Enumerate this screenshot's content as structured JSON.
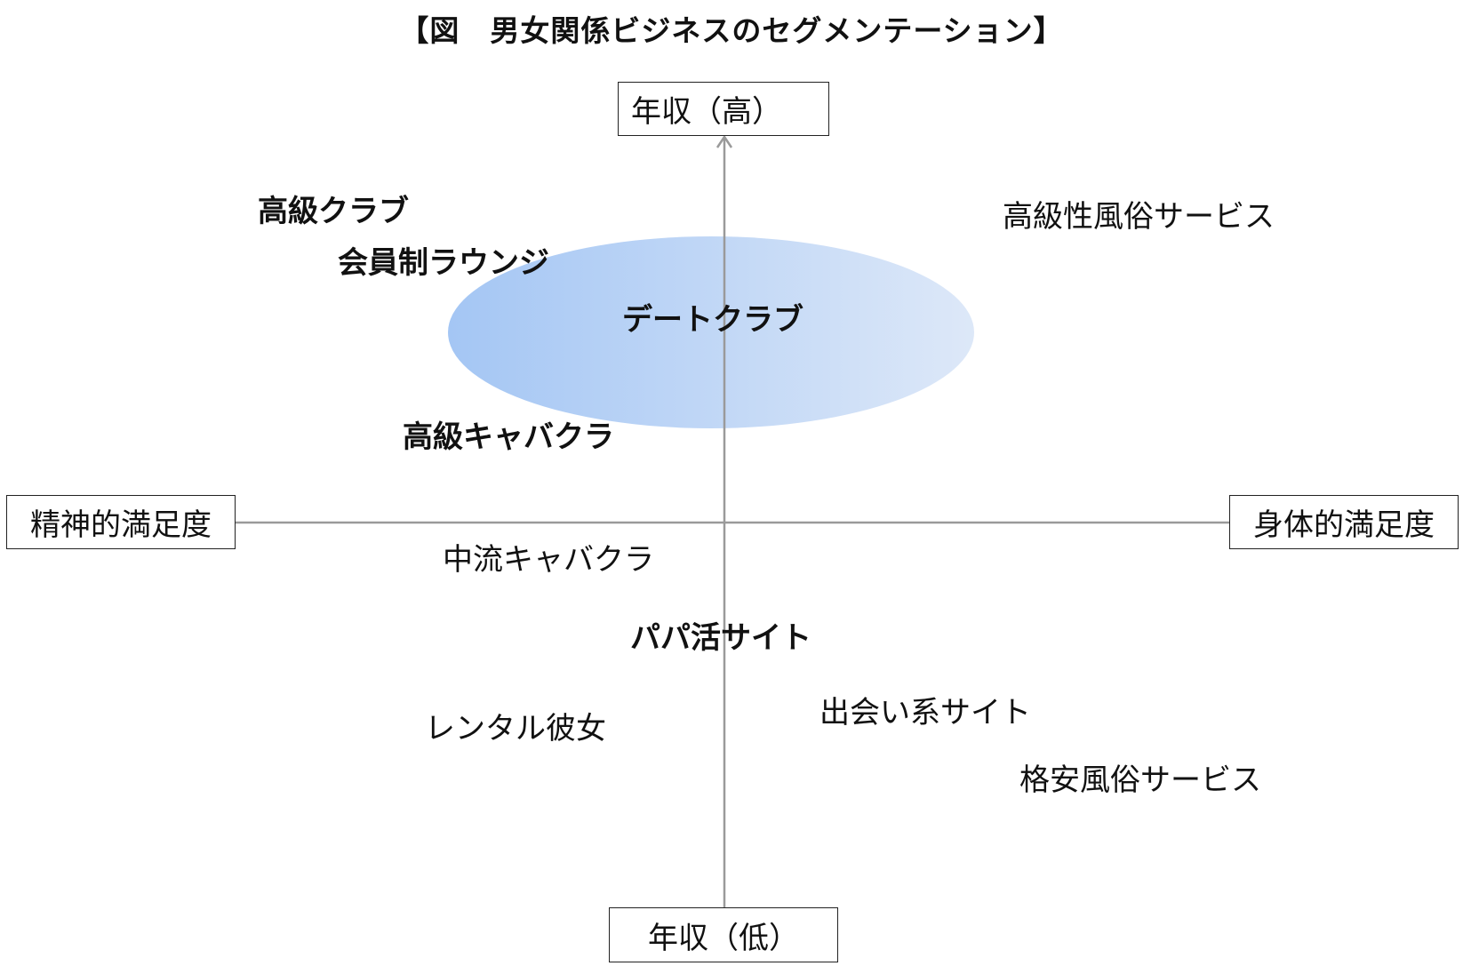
{
  "title": "【図　男女関係ビジネスのセグメンテーション】",
  "axes": {
    "top": "年収（高）",
    "bottom": "年収（低）",
    "left": "精神的満足度",
    "right": "身体的満足度"
  },
  "items": {
    "luxury_club": "高級クラブ",
    "member_lounge": "会員制ラウンジ",
    "date_club": "デートクラブ",
    "luxury_cabaret": "高級キャバクラ",
    "luxury_fuzoku": "高級性風俗サービス",
    "mid_cabaret": "中流キャバクラ",
    "papakatsu": "パパ活サイト",
    "rental_gf": "レンタル彼女",
    "dating_site": "出会い系サイト",
    "cheap_fuzoku": "格安風俗サービス"
  },
  "colors": {
    "ellipse_left": "#a4c6f4",
    "ellipse_right": "#dde8f8",
    "axis": "#9a9a9a"
  }
}
